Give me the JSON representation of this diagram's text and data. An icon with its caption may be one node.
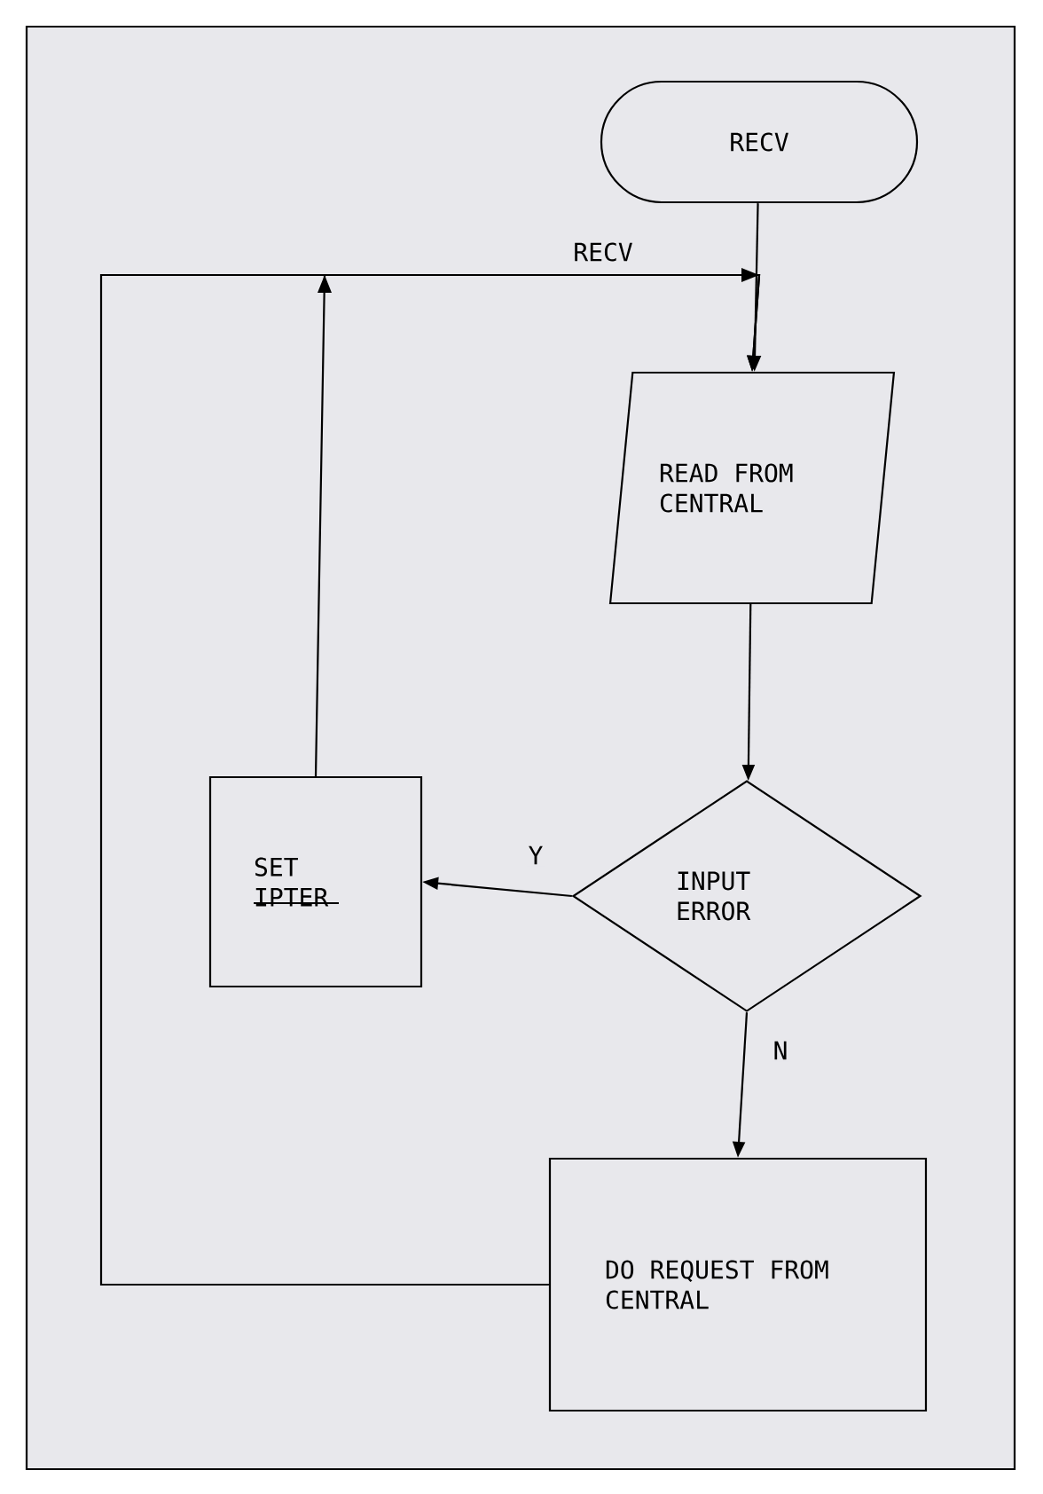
{
  "diagram": {
    "nodes": [
      {
        "text": [
          "RECV"
        ]
      },
      {
        "text": [
          "READ FROM CENTRAL"
        ]
      },
      {
        "text": [
          "INPUT ERROR"
        ]
      },
      {
        "text": [
          "SET IPTER"
        ]
      },
      {
        "text": [
          "DO REQUEST FROM CENTRAL"
        ]
      }
    ],
    "edges": [
      {
        "from": 0,
        "to": 1,
        "arrow": "to"
      },
      {
        "from": 1,
        "to": 2,
        "arrow": "to"
      },
      {
        "from": 2,
        "to": 3,
        "arrow": "to",
        "label": "Y"
      },
      {
        "from": 2,
        "to": 4,
        "arrow": "to",
        "label": "N"
      },
      {
        "from": 4,
        "to": 1,
        "arrow": "to",
        "label": "RECV"
      },
      {
        "from": 3,
        "to": 1,
        "arrow": "to"
      }
    ]
  }
}
